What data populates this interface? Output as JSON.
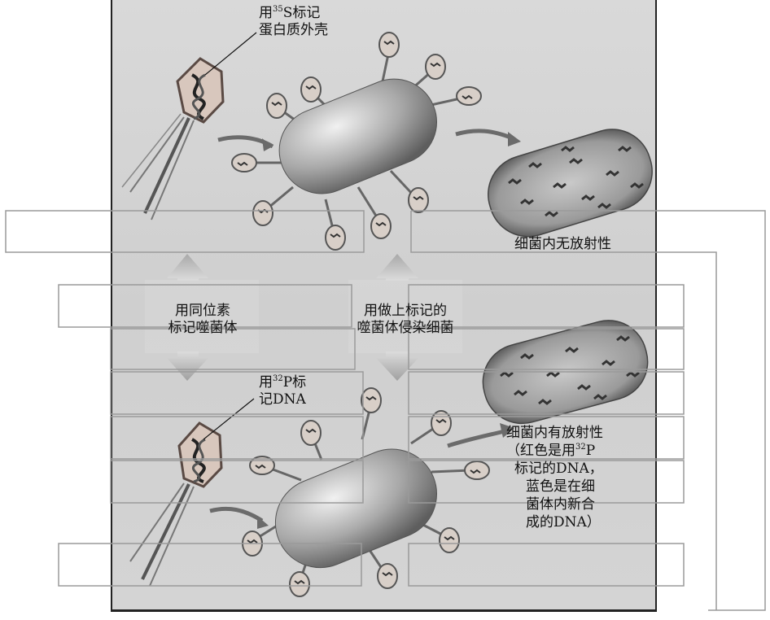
{
  "labels": {
    "s35": {
      "prefix": "用",
      "sup": "35",
      "suffix": "S标记",
      "line2": "蛋白质外壳"
    },
    "no_radio": "细菌内无放射性",
    "iso": {
      "line1": "用同位素",
      "line2": "标记噬菌体"
    },
    "infect": {
      "line1": "用做上标记的",
      "line2": "噬菌体侵染细菌"
    },
    "p32": {
      "prefix": "用",
      "sup": "32",
      "suffix": "P标",
      "line2": "记DNA"
    },
    "has_radio": {
      "line1": "细菌内有放射性",
      "line2_prefix": "（红色是用",
      "line2_sup": "32",
      "line2_suffix": "P",
      "line3": "标记的DNA，",
      "line4": "蓝色是在细",
      "line5": "菌体内新合",
      "line6": "成的DNA）"
    }
  },
  "colors": {
    "background": "#d4d4d4",
    "bacterium": "#9a9a9a",
    "arrow": "#bcbcbc"
  }
}
